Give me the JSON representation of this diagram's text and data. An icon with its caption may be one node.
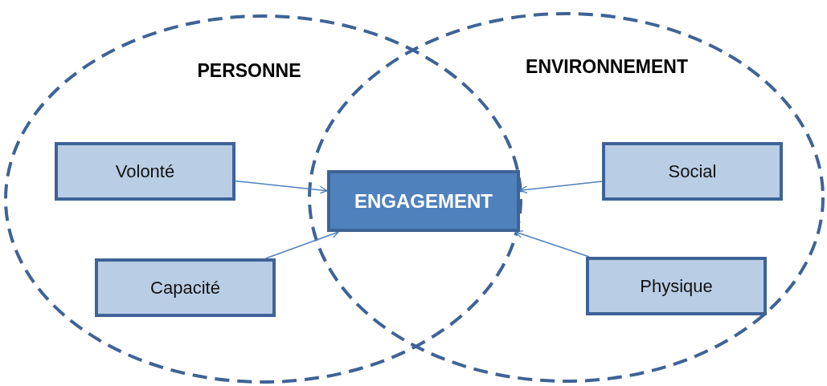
{
  "diagram": {
    "nodes": [
      {
        "text": [
          "PERSONNE"
        ]
      },
      {
        "text": [
          "Volonté"
        ],
        "in": 0
      },
      {
        "text": [
          "Capacité"
        ],
        "in": 0
      },
      {
        "text": [
          "ENVIRONNEMENT"
        ]
      },
      {
        "text": [
          "Social"
        ],
        "in": 3
      },
      {
        "text": [
          "Physique"
        ],
        "in": 3
      },
      {
        "text": [
          "ENGAGEMENT"
        ]
      }
    ],
    "edges": [
      {
        "from": 1,
        "to": 6,
        "arrow": "to"
      },
      {
        "from": 2,
        "to": 6,
        "arrow": "to"
      },
      {
        "from": 4,
        "to": 6,
        "arrow": "to"
      },
      {
        "from": 5,
        "to": 6,
        "arrow": "to"
      }
    ]
  }
}
